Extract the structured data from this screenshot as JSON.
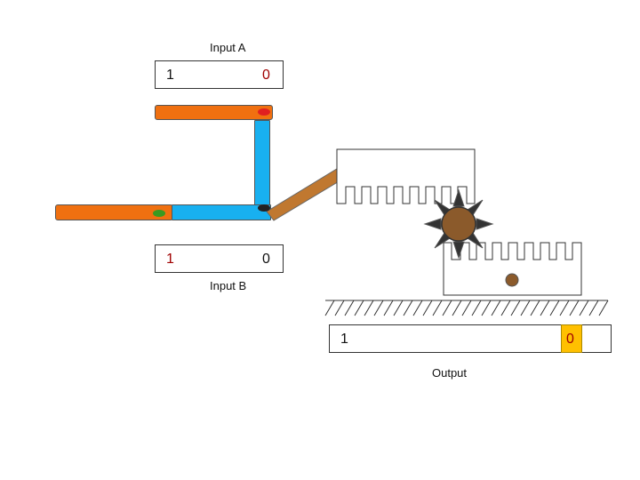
{
  "input_a": {
    "label": "Input A",
    "left_value": "1",
    "right_value": "0"
  },
  "input_b": {
    "label": "Input B",
    "left_value": "1",
    "right_value": "0"
  },
  "output": {
    "label": "Output",
    "left_value": "1",
    "right_value": "0"
  },
  "colors": {
    "orange_bar": "#f07010",
    "blue_bar": "#18b0f0",
    "lever": "#c07830",
    "gear": "#8b5a2b",
    "gear_teeth": "#333333",
    "pin_red": "#e02020",
    "pin_green": "#3a9a20",
    "pin_yellow": "#f8e020",
    "pin_dark": "#222222",
    "output_highlight": "#ffc000",
    "value_red": "#a00000"
  }
}
